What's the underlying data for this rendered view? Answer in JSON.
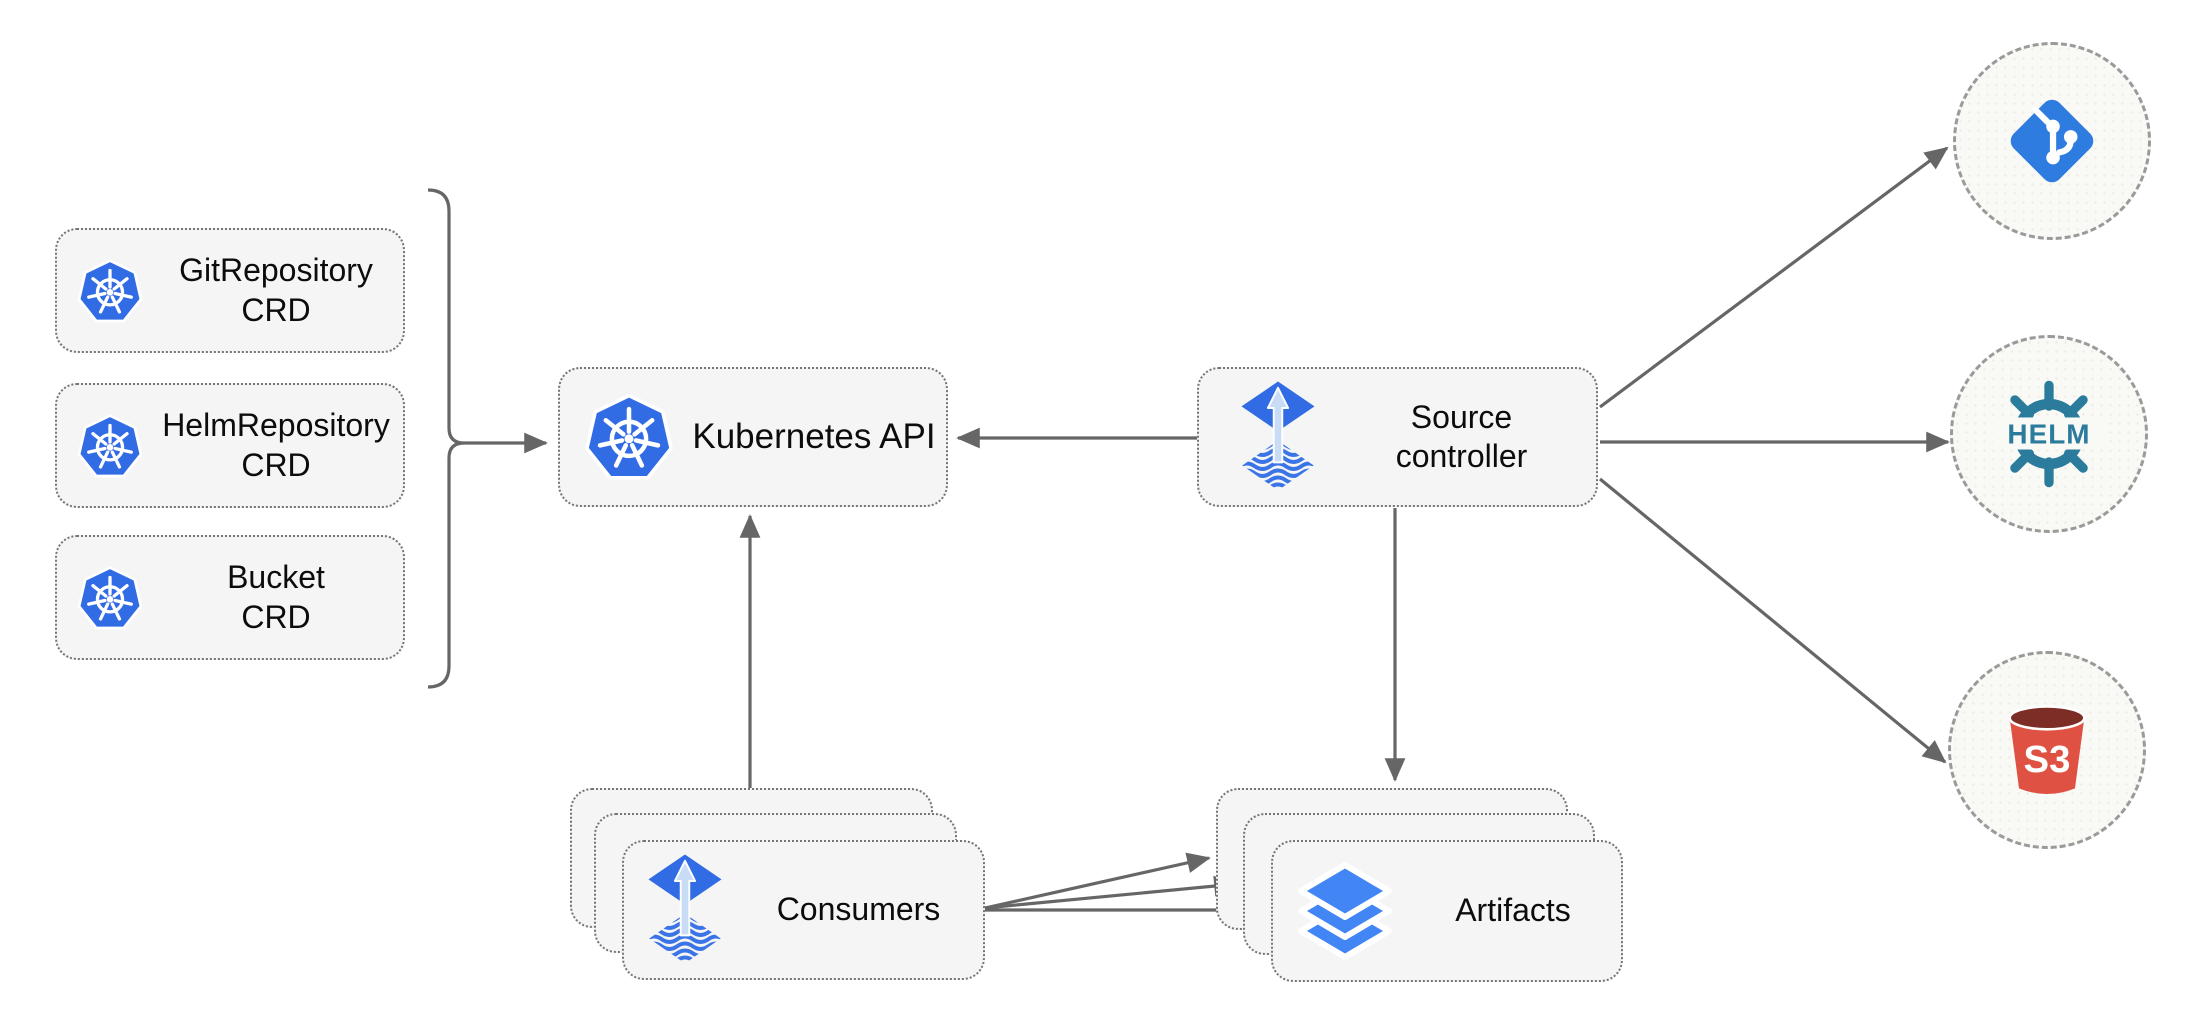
{
  "diagram": {
    "nodes": {
      "crds": [
        {
          "id": "gitrepository-crd",
          "lines": [
            "GitRepository",
            "CRD"
          ],
          "icon": "kubernetes-icon"
        },
        {
          "id": "helmrepository-crd",
          "lines": [
            "HelmRepository",
            "CRD"
          ],
          "icon": "kubernetes-icon"
        },
        {
          "id": "bucket-crd",
          "lines": [
            "Bucket",
            "CRD"
          ],
          "icon": "kubernetes-icon"
        }
      ],
      "kubernetes_api": {
        "label": "Kubernetes API",
        "icon": "kubernetes-icon"
      },
      "source_controller": {
        "lines": [
          "Source",
          "controller"
        ],
        "icon": "flux-icon"
      },
      "consumers": {
        "label": "Consumers",
        "icon": "flux-icon",
        "stack_count": 3
      },
      "artifacts": {
        "label": "Artifacts",
        "icon": "layers-icon",
        "stack_count": 3
      },
      "git": {
        "icon": "git-icon"
      },
      "helm": {
        "icon": "helm-icon",
        "text": "HELM"
      },
      "s3": {
        "icon": "s3-bucket-icon",
        "text": "S3"
      }
    },
    "edges": [
      {
        "from": "crd-bracket",
        "to": "kubernetes-api"
      },
      {
        "from": "source-controller",
        "to": "kubernetes-api"
      },
      {
        "from": "consumers",
        "to": "kubernetes-api"
      },
      {
        "from": "source-controller",
        "to": "artifacts"
      },
      {
        "from": "source-controller",
        "to": "git"
      },
      {
        "from": "source-controller",
        "to": "helm"
      },
      {
        "from": "source-controller",
        "to": "s3"
      },
      {
        "from": "consumers",
        "to": "artifacts-back"
      },
      {
        "from": "consumers",
        "to": "artifacts-middle"
      },
      {
        "from": "consumers",
        "to": "artifacts-front"
      }
    ],
    "colors": {
      "kubernetes_blue": "#326CE5",
      "flux_blue": "#316CE4",
      "flux_arrow_light": "#C9DCF6",
      "layers_blue": "#4285F4",
      "git_blue": "#2F7CE0",
      "helm_teal": "#2A7B9C",
      "s3_red": "#DF5243",
      "s3_dark": "#7B2D26",
      "edge_gray": "#666666",
      "node_fill": "#F5F5F5",
      "node_border": "#757575"
    }
  }
}
